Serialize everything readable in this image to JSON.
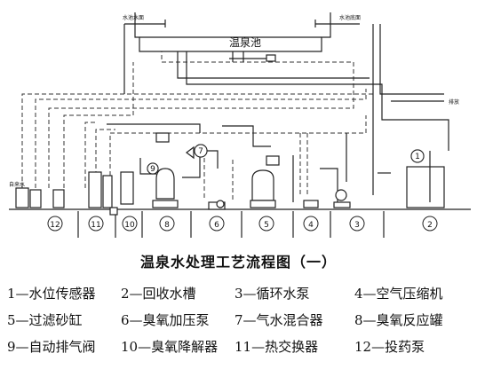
{
  "diagram": {
    "pool_label": "温泉池",
    "pipe_labels": {
      "top_left": "水池水面",
      "top_right": "水池底面",
      "right_outlet": "排放",
      "left_inlet": "自来水"
    },
    "stations": [
      "12",
      "11",
      "10",
      "8",
      "6",
      "5",
      "4",
      "3",
      "2"
    ],
    "callouts": [
      "9",
      "7",
      "1"
    ]
  },
  "title": "温泉水处理工艺流程图（一）",
  "legend": [
    [
      "1—水位传感器",
      "2—回收水槽",
      "3—循环水泵",
      "4—空气压缩机"
    ],
    [
      "5—过滤砂缸",
      "6—臭氧加压泵",
      "7—气水混合器",
      "8—臭氧反应罐"
    ],
    [
      "9—自动排气阀",
      "10—臭氧降解器",
      "11—热交换器",
      "12—投药泵"
    ]
  ]
}
